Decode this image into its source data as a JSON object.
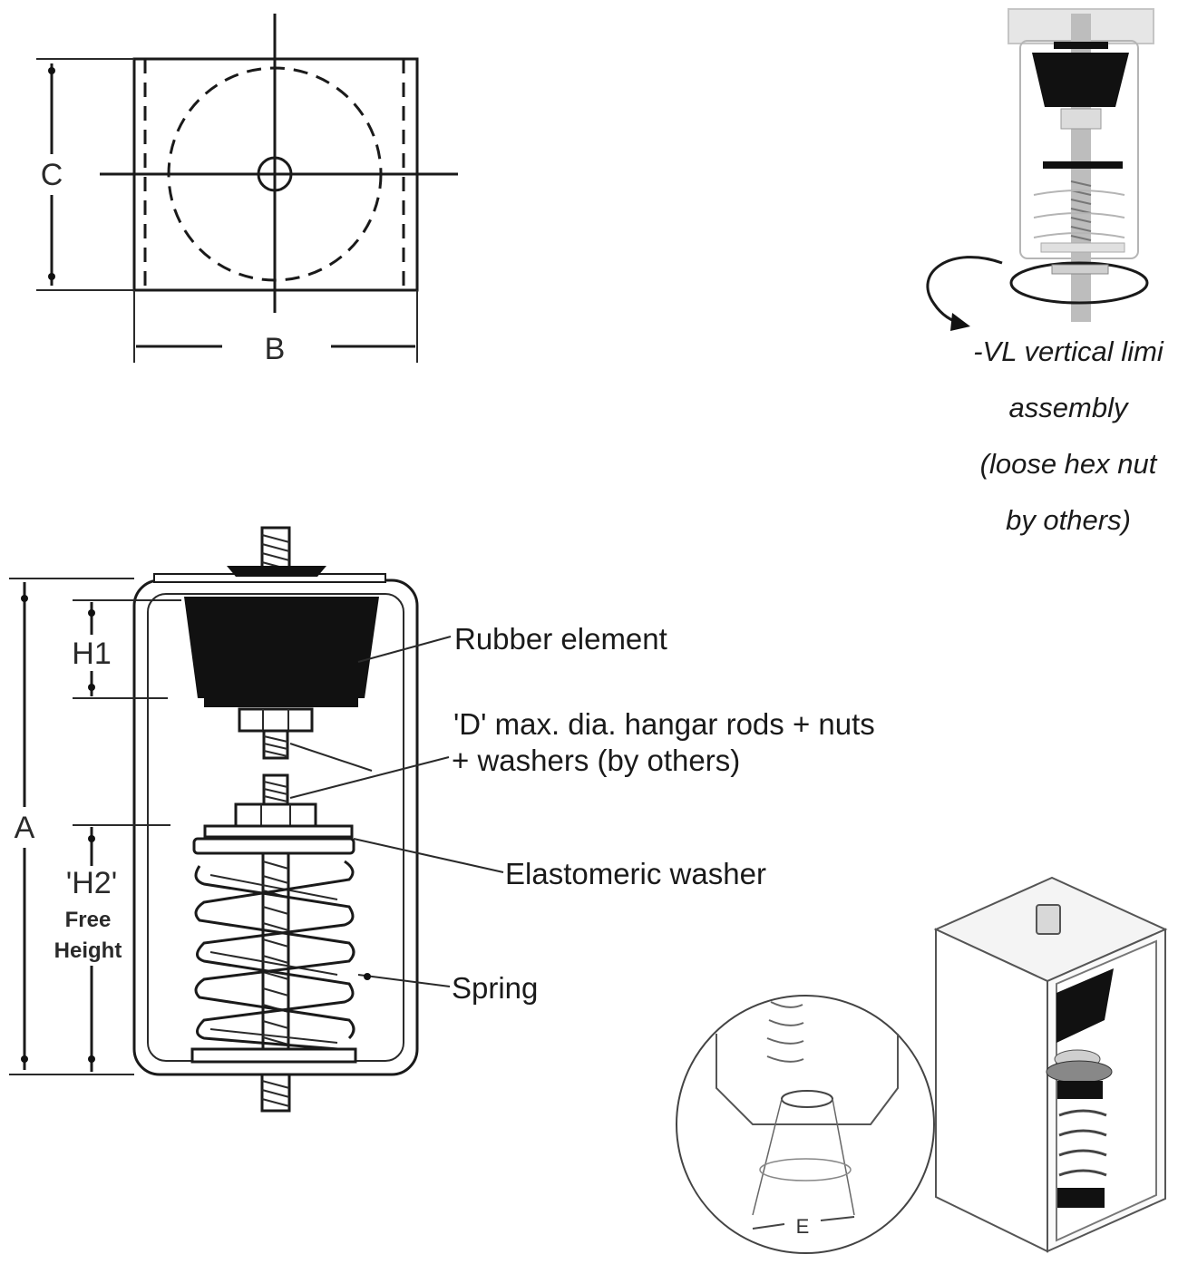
{
  "dimensions": {
    "a": "A",
    "b": "B",
    "c": "C",
    "e": "E",
    "h1": "H1",
    "h2": "'H2'",
    "h2_free": "Free",
    "h2_height": "Height"
  },
  "callouts": {
    "rubber_element": "Rubber element",
    "rods_line1": "'D'  max. dia. hangar rods + nuts",
    "rods_line2": "+ washers (by others)",
    "elastomeric_washer": "Elastomeric washer",
    "spring": "Spring"
  },
  "vl_note": {
    "line1": "-VL vertical limi",
    "line2": "assembly",
    "line3": "(loose hex nut",
    "line4": "by others)"
  }
}
